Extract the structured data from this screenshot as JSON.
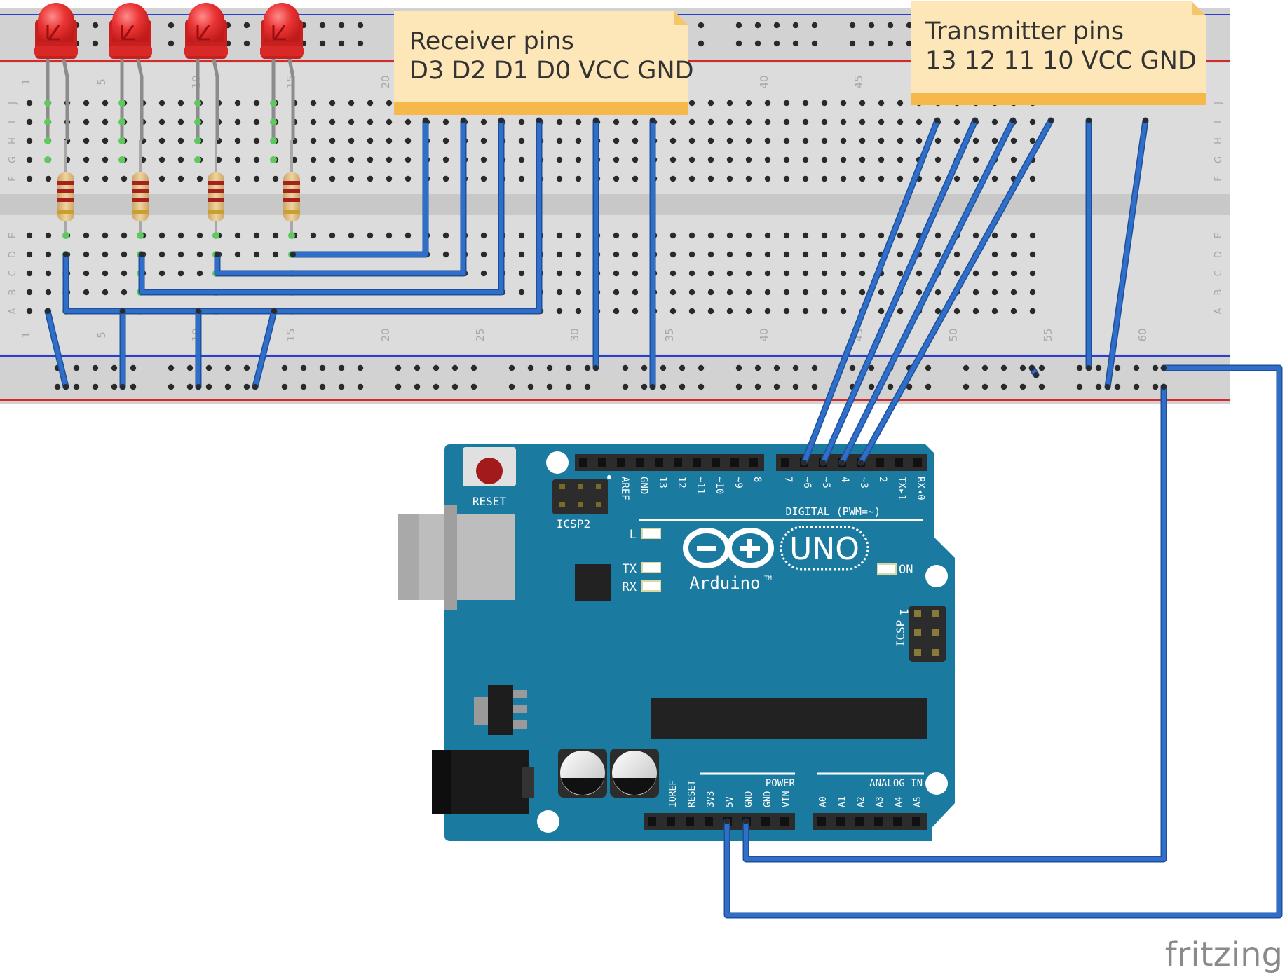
{
  "notes": {
    "receiver": {
      "line1": "Receiver pins",
      "line2": "D3 D2 D1 D0 VCC GND"
    },
    "transmitter": {
      "line1": "Transmitter pins",
      "line2": "13 12 11 10 VCC GND"
    }
  },
  "breadboard": {
    "column_numbers": [
      "1",
      "5",
      "10",
      "15",
      "20",
      "25",
      "30",
      "35",
      "40",
      "45",
      "50",
      "55",
      "60"
    ],
    "row_letters_top": [
      "J",
      "I",
      "H",
      "G",
      "F"
    ],
    "row_letters_bottom": [
      "E",
      "D",
      "C",
      "B",
      "A"
    ]
  },
  "arduino": {
    "reset_label": "RESET",
    "icsp2_label": "ICSP2",
    "icsp_label": "ICSP",
    "header_top_labels": [
      "AREF",
      "GND",
      "13",
      "12",
      "~11",
      "~10",
      "~9",
      "8",
      "7",
      "~6",
      "~5",
      "4",
      "~3",
      "2",
      "TX▸1",
      "RX◂0"
    ],
    "digital_label": "DIGITAL (PWM=~)",
    "led_labels": {
      "l": "L",
      "tx": "TX",
      "rx": "RX",
      "on": "ON"
    },
    "logo_text": "UNO",
    "brand": "Arduino",
    "trademark": "TM",
    "icsp_pin1": "1",
    "power_label": "POWER",
    "analog_label": "ANALOG IN",
    "power_pins": [
      "IOREF",
      "RESET",
      "3V3",
      "5V",
      "GND",
      "GND",
      "VIN"
    ],
    "analog_pins": [
      "A0",
      "A1",
      "A2",
      "A3",
      "A4",
      "A5"
    ]
  },
  "watermark": "fritzing",
  "colors": {
    "wire": "#2f6fc9",
    "board": "#1b7aa0",
    "breadboard": "#dcdcdc",
    "note": "#fde6b8",
    "led": "#e52b2b"
  }
}
